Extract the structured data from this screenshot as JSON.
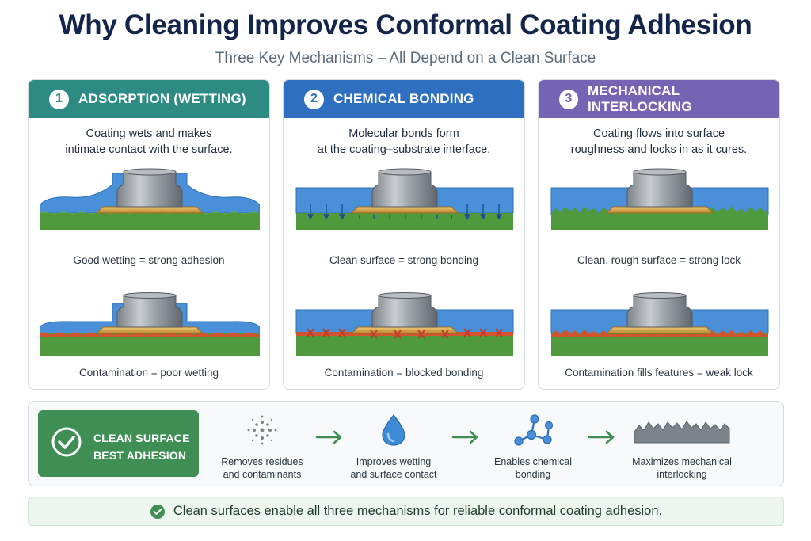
{
  "header": {
    "title": "Why Cleaning Improves Conformal Coating Adhesion",
    "subtitle": "Three Key Mechanisms – All Depend on a Clean Surface"
  },
  "colors": {
    "panel1": "#2e8b84",
    "panel2": "#2f6fc0",
    "panel3": "#7464b3",
    "coating": "#4a90d9",
    "board": "#4e9a3c",
    "contamination": "#d2542e",
    "pad": "#d9a94a",
    "clean_green": "#3f8f55"
  },
  "panels": [
    {
      "number": "1",
      "title": "ADSORPTION (WETTING)",
      "description": [
        "Coating wets and makes",
        "intimate contact with the surface."
      ],
      "good_caption": "Good wetting = strong adhesion",
      "bad_caption": "Contamination = poor wetting"
    },
    {
      "number": "2",
      "title": "CHEMICAL BONDING",
      "description": [
        "Molecular bonds form",
        "at the coating–substrate interface."
      ],
      "good_caption": "Clean surface = strong bonding",
      "bad_caption": "Contamination = blocked bonding"
    },
    {
      "number": "3",
      "title": "MECHANICAL INTERLOCKING",
      "description": [
        "Coating flows into surface",
        "roughness and locks in as it cures."
      ],
      "good_caption": "Clean, rough surface = strong lock",
      "bad_caption": "Contamination fills features = weak lock"
    }
  ],
  "summary": {
    "badge_line1": "CLEAN SURFACE",
    "badge_line2": "BEST ADHESION",
    "steps": [
      {
        "icon": "particles-icon",
        "line1": "Removes residues",
        "line2": "and contaminants"
      },
      {
        "icon": "droplet-icon",
        "line1": "Improves wetting",
        "line2": "and surface contact"
      },
      {
        "icon": "molecule-icon",
        "line1": "Enables chemical",
        "line2": "bonding"
      },
      {
        "icon": "rough-surface-icon",
        "line1": "Maximizes mechanical",
        "line2": "interlocking"
      }
    ]
  },
  "footer": {
    "text": "Clean surfaces enable all three mechanisms for reliable conformal coating adhesion."
  }
}
